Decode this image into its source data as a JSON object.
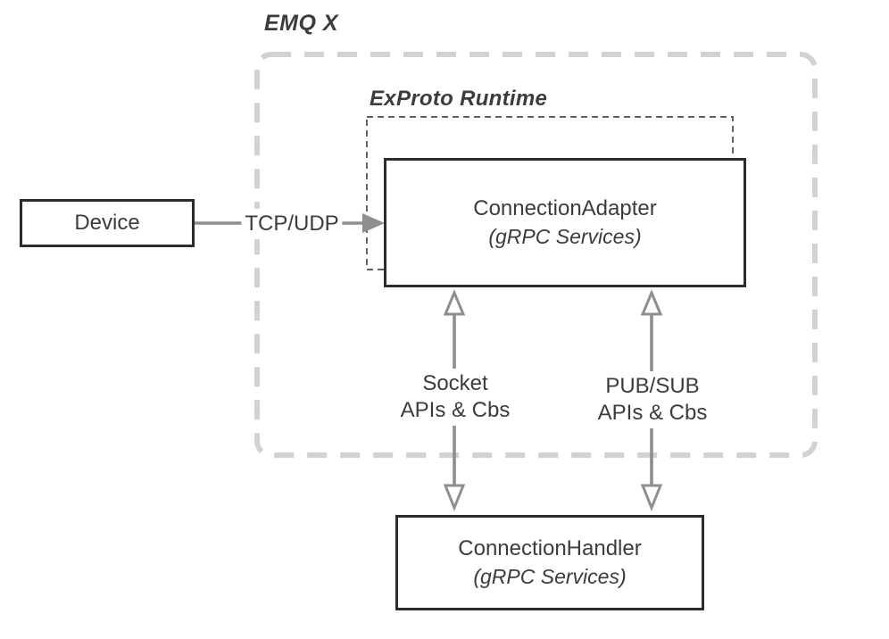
{
  "diagram": {
    "title": "EMQ X",
    "runtime_label": "ExProto Runtime",
    "nodes": {
      "device": {
        "label": "Device"
      },
      "connection_adapter": {
        "label": "ConnectionAdapter",
        "sublabel": "(gRPC Services)"
      },
      "connection_handler": {
        "label": "ConnectionHandler",
        "sublabel": "(gRPC Services)"
      }
    },
    "edges": {
      "tcp_udp": {
        "label": "TCP/UDP"
      },
      "socket": {
        "line1": "Socket",
        "line2": "APIs & Cbs"
      },
      "pubsub": {
        "line1": "PUB/SUB",
        "line2": "APIs & Cbs"
      }
    },
    "colors": {
      "background": "#ffffff",
      "box_border": "#2d2d2d",
      "text": "#3c3c3c",
      "arrow": "#8e8e8e",
      "outer_dash": "#d2d2d2",
      "inner_dash": "#4a4a4a"
    }
  }
}
